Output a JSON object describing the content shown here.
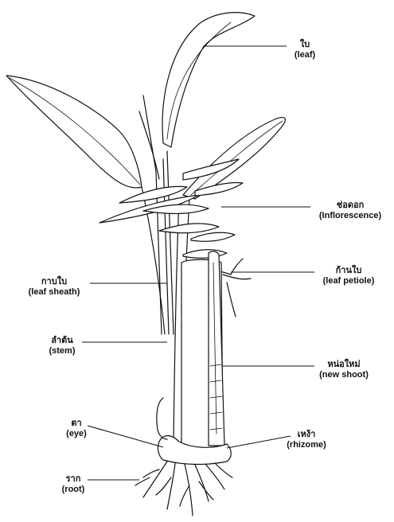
{
  "labels": {
    "leaf": {
      "th": "ใบ",
      "en": "(leaf)"
    },
    "inflorescence": {
      "th": "ช่อดอก",
      "en": "(Inflorescence)"
    },
    "leaf_petiole": {
      "th": "ก้านใบ",
      "en": "(leaf petiole)"
    },
    "leaf_sheath": {
      "th": "กาบใบ",
      "en": "(leaf sheath)"
    },
    "stem": {
      "th": "ลำต้น",
      "en": "(stem)"
    },
    "new_shoot": {
      "th": "หน่อใหม่",
      "en": "(new shoot)"
    },
    "eye": {
      "th": "ตา",
      "en": "(eye)"
    },
    "rhizome": {
      "th": "เหง้า",
      "en": "(rhizome)"
    },
    "root": {
      "th": "ราก",
      "en": "(root)"
    }
  },
  "colors": {
    "ink": "#111111",
    "paper": "#ffffff"
  }
}
